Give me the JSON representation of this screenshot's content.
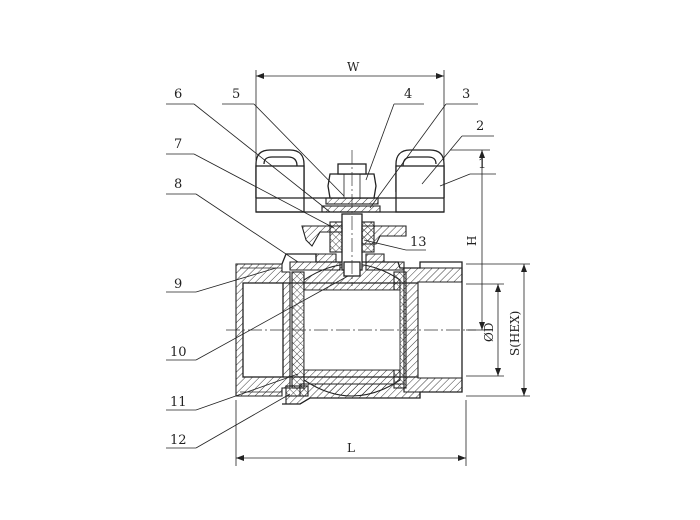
{
  "parts": [
    "1",
    "2",
    "3",
    "4",
    "5",
    "6",
    "7",
    "8",
    "9",
    "10",
    "11",
    "12",
    "13"
  ],
  "dimensions": {
    "w": "W",
    "h": "H",
    "d": "ØD",
    "s_hex": "S(HEX)",
    "l": "L"
  }
}
